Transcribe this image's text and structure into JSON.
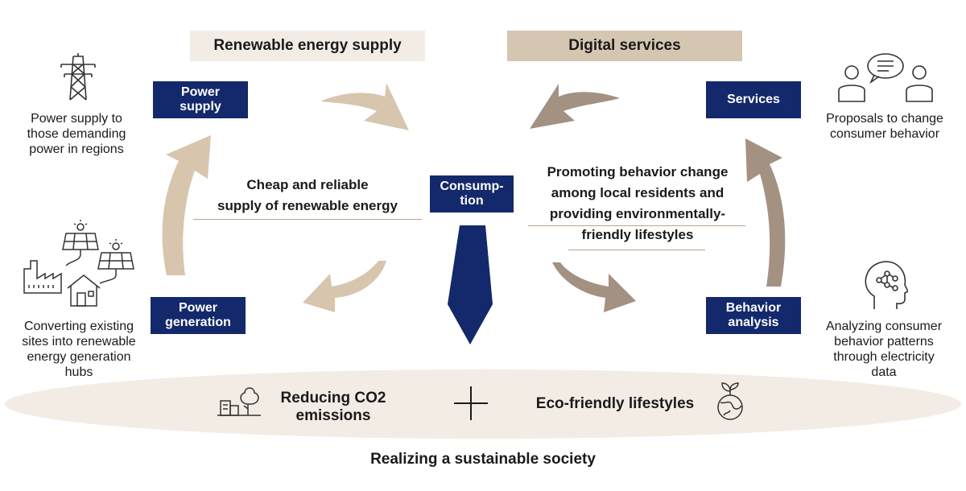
{
  "headers": {
    "renewable": "Renewable energy supply",
    "digital": "Digital services"
  },
  "nodes": {
    "power_supply": "Power\nsupply",
    "consumption": "Consump-\ntion",
    "services": "Services",
    "power_generation": "Power\ngeneration",
    "behavior_analysis": "Behavior\nanalysis"
  },
  "descriptions": {
    "power_supply": "Power supply to\nthose demanding\npower in regions",
    "converting": "Converting existing\nsites into renewable\nenergy generation\nhubs",
    "proposals": "Proposals to change\nconsumer behavior",
    "analyzing": "Analyzing consumer\nbehavior patterns\nthrough electricity\ndata"
  },
  "center_left": "Cheap and reliable\nsupply of renewable energy",
  "center_right": "Promoting behavior change\namong local residents and\nproviding environmentally-\nfriendly lifestyles",
  "bottom": {
    "reducing": "Reducing CO2\nemissions",
    "eco": "Eco-friendly lifestyles",
    "footer": "Realizing a sustainable society"
  },
  "icons": {
    "tower": "power-tower-icon",
    "solar_factory": "solar-factory-icon",
    "speech": "people-speech-icon",
    "head": "head-network-icon",
    "city": "city-tree-icon",
    "globe": "globe-plant-icon"
  },
  "colors": {
    "navy": "#14296b",
    "beige_light": "#f3ece4",
    "beige_dark": "#d5c6b1",
    "arrow_light": "#d7c6ad",
    "arrow_dark": "#a39182",
    "ellipse": "#f3ece4"
  }
}
